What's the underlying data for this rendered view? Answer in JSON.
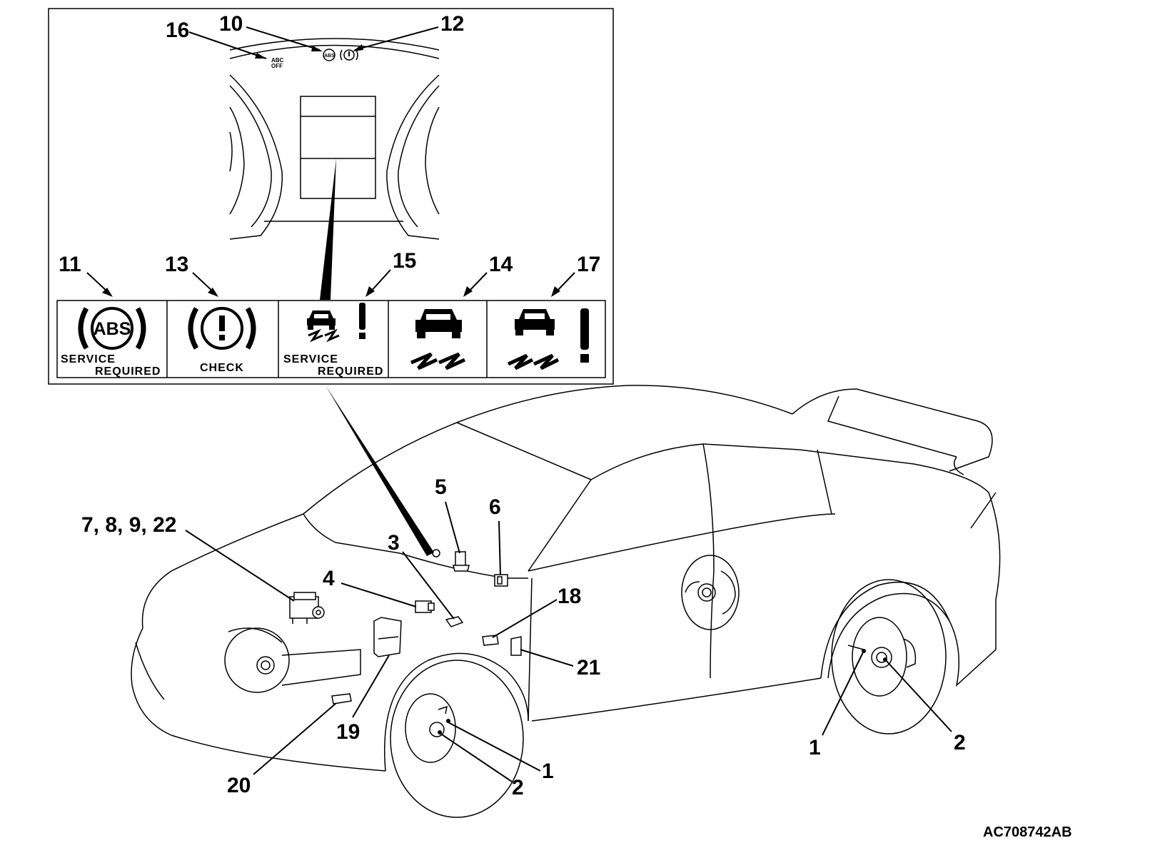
{
  "figure_id": "AC708742AB",
  "warning_lamps": [
    {
      "number": "11",
      "symbol": "ABS",
      "caption_line1": "SERVICE",
      "caption_line2": "REQUIRED"
    },
    {
      "number": "13",
      "symbol": "!",
      "caption_line1": "CHECK",
      "caption_line2": ""
    },
    {
      "number": "15",
      "symbol": "skid-car-exclamation",
      "caption_line1": "SERVICE",
      "caption_line2": "REQUIRED"
    },
    {
      "number": "14",
      "symbol": "skid-car",
      "caption_line1": "",
      "caption_line2": ""
    },
    {
      "number": "17",
      "symbol": "skid-car-exclamation",
      "caption_line1": "",
      "caption_line2": ""
    }
  ],
  "cluster_callouts": {
    "abc_off": "16",
    "abs_lamp": "10",
    "brake_lamp": "12",
    "abc_text_line1": "ABC",
    "abc_text_line2": "OFF",
    "abs_icon_text": "ABS"
  },
  "car_callouts": {
    "c1": "1",
    "c2": "2",
    "c3": "3",
    "c4": "4",
    "c5": "5",
    "c6": "6",
    "c7": "7, 8, 9, 22",
    "c18": "18",
    "c19": "19",
    "c20": "20",
    "c21": "21",
    "c1_front": "1",
    "c2_front": "2"
  }
}
